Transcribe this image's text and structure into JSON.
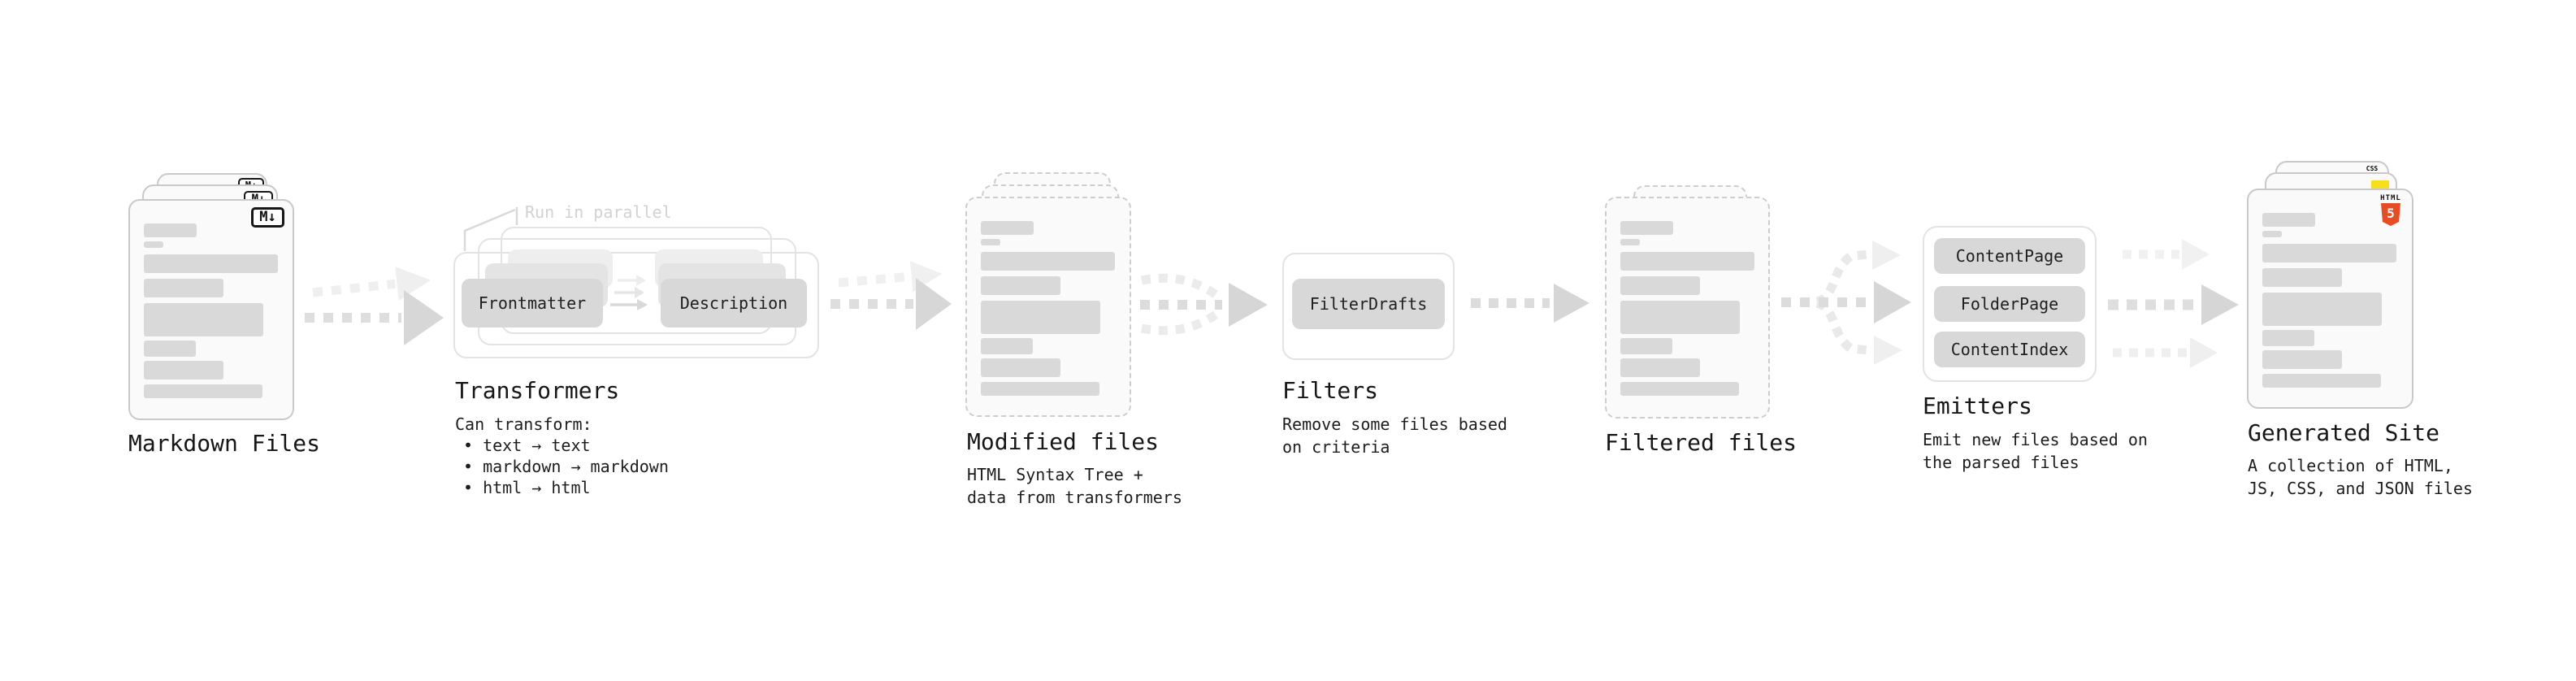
{
  "diagram": {
    "stages": {
      "markdown_files": {
        "title": "Markdown Files",
        "icon_label": "M↓"
      },
      "transformers": {
        "title": "Transformers",
        "annotation": "Run in parallel",
        "button_left": "Frontmatter",
        "button_right": "Description",
        "desc_lines": [
          "Can transform:",
          "• text → text",
          "• markdown → markdown",
          "• html → html"
        ]
      },
      "modified_files": {
        "title": "Modified files",
        "desc_lines": [
          "HTML Syntax Tree +",
          "data from transformers"
        ]
      },
      "filters": {
        "title": "Filters",
        "button": "FilterDrafts",
        "desc_lines": [
          "Remove some files based",
          "on criteria"
        ]
      },
      "filtered_files": {
        "title": "Filtered files"
      },
      "emitters": {
        "title": "Emitters",
        "buttons": [
          "ContentPage",
          "FolderPage",
          "ContentIndex"
        ],
        "desc_lines": [
          "Emit new files based on",
          "the parsed files"
        ]
      },
      "generated_site": {
        "title": "Generated Site",
        "desc_lines": [
          "A collection of HTML,",
          "JS, CSS, and JSON files"
        ],
        "badges": {
          "css": "CSS",
          "html_label": "HTML",
          "html_number": "5"
        }
      }
    },
    "colors": {
      "html5_orange": "#e44d26",
      "js_yellow": "#f7df1e",
      "css_blue": "#2965f1",
      "doc_border": "#c9c9c9",
      "bar_gray": "#d9d9d9",
      "arrow_gray": "#dcdcdc",
      "arrow_light": "#efefef",
      "annotation_gray": "#d2d2d2"
    }
  }
}
